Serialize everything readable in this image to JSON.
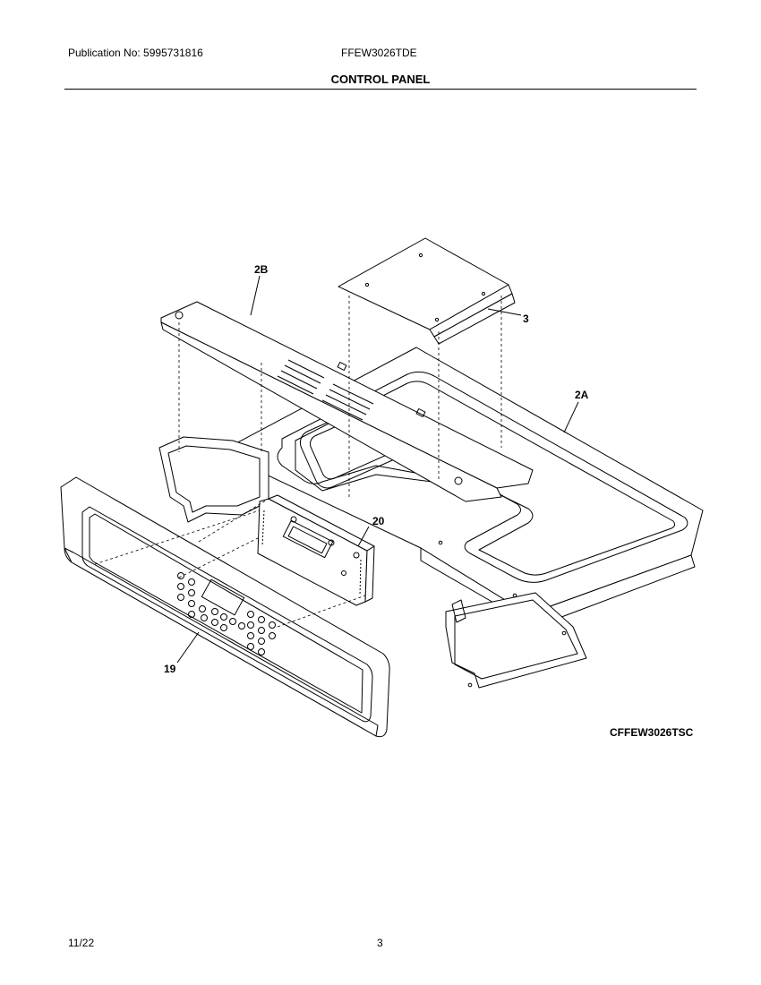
{
  "header": {
    "publication": "Publication No: 5995731816",
    "model": "FFEW3026TDE",
    "section_title": "CONTROL PANEL"
  },
  "callouts": {
    "c2b": "2B",
    "c3": "3",
    "c2a": "2A",
    "c20": "20",
    "c19": "19"
  },
  "diagram_code": "CFFEW3026TSC",
  "footer": {
    "date": "11/22",
    "page": "3"
  }
}
